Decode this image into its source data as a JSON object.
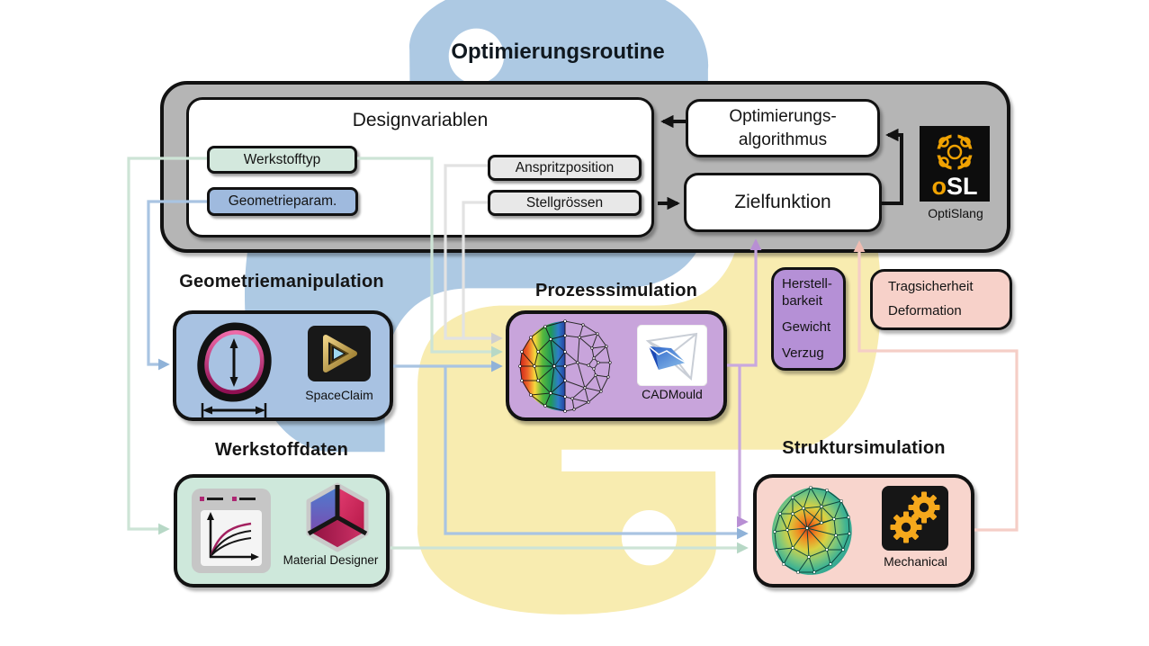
{
  "page_title": "Optimierungsroutine",
  "routine": {
    "design_variables": {
      "title": "Designvariablen",
      "werkstofftyp": "Werkstofftyp",
      "geometrieparam": "Geometrieparam.",
      "anspritzposition": "Anspritzposition",
      "stellgroessen": "Stellgrössen"
    },
    "algorithm": {
      "line1": "Optimierungs-",
      "line2": "algorithmus"
    },
    "objective": "Zielfunktion",
    "optislang": {
      "logo_o": "o",
      "logo_sl": "SL",
      "label": "OptiSlang"
    }
  },
  "modules": {
    "geometry": {
      "title": "Geometriemanipulation",
      "tool": "SpaceClaim"
    },
    "process": {
      "title": "Prozesssimulation",
      "tool": "CADMould"
    },
    "material": {
      "title": "Werkstoffdaten",
      "tool": "Material Designer"
    },
    "structure": {
      "title": "Struktursimulation",
      "tool": "Mechanical"
    }
  },
  "outputs": {
    "process": {
      "line1": "Herstell-",
      "line2": "barkeit",
      "line3": "Gewicht",
      "line4": "Verzug"
    },
    "structure": {
      "line1": "Tragsicherheit",
      "line2": "Deformation"
    }
  },
  "icons": {
    "optislang-logo": "black square with orange circular knot emblem",
    "spaceclaim-logo": "black square with gold triangle ring",
    "cadmould-logo": "white square with blue meshed sheet",
    "material-designer-logo": "cube with blue and pink faces",
    "mechanical-logo": "black square with two orange gears",
    "geometry-profile-icon": "ring cross-section with dimension arrows",
    "process-mesh-icon": "FE mesh sphere, rainbow left half",
    "structure-mesh-icon": "FE mesh blob with red hotspot",
    "material-curves-icon": "stress-strain curve chart",
    "python-logo": "faded Python logo background"
  },
  "colors": {
    "container_gray": "#b5b5b5",
    "box_white": "#ffffff",
    "chip_mint": "#d3e8dd",
    "chip_blue": "#9fbade",
    "chip_gray": "#e8e8e8",
    "box_geometry": "#a8c2e2",
    "box_process": "#c8a4db",
    "box_material": "#cee8db",
    "box_structure": "#f8d5cd",
    "box_process_outputs": "#b590d6",
    "box_structure_outputs": "#f7d1c9",
    "line_mint": "#cde4d6",
    "line_blue": "#a9c4e2",
    "line_gray": "#e2e2e2",
    "line_purple": "#c9a8de",
    "line_pink": "#f5cec6",
    "line_black": "#111111",
    "python_blue": "#adc9e3",
    "python_yellow": "#f8ecb0",
    "optislang_orange": "#f0a202"
  }
}
